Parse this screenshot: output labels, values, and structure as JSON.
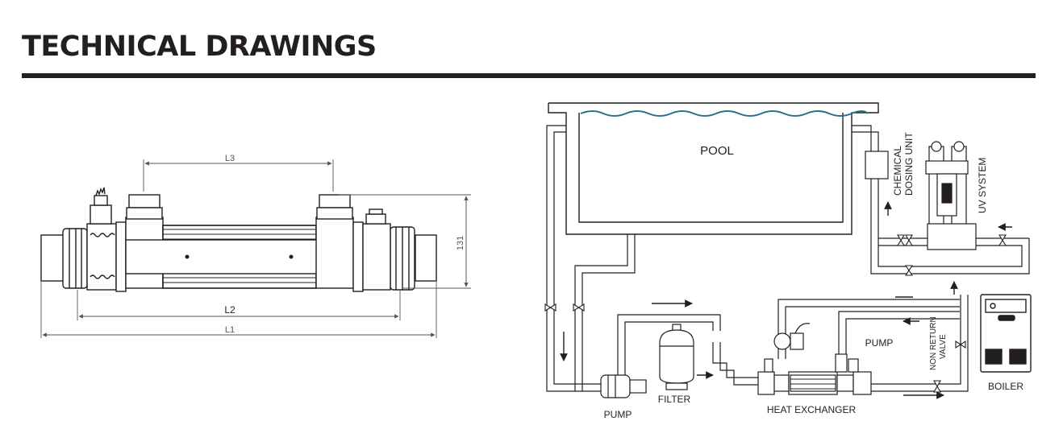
{
  "header": {
    "title": "TECHNICAL DRAWINGS"
  },
  "dimensions": {
    "l3": "L3",
    "l2": "L2",
    "l1": "L1",
    "height": "131"
  },
  "schematic": {
    "pool": "POOL",
    "chemical_dosing_line1": "CHEMICAL",
    "chemical_dosing_line2": "DOSING UNIT",
    "uv_system": "UV SYSTEM",
    "pump_main": "PUMP",
    "filter": "FILTER",
    "heat_exchanger": "HEAT EXCHANGER",
    "pump_secondary": "PUMP",
    "non_return_line1": "NON RETURN",
    "non_return_line2": "VALVE",
    "boiler": "BOILER"
  },
  "colors": {
    "ink": "#231f20",
    "water": "#2b6f8a"
  }
}
